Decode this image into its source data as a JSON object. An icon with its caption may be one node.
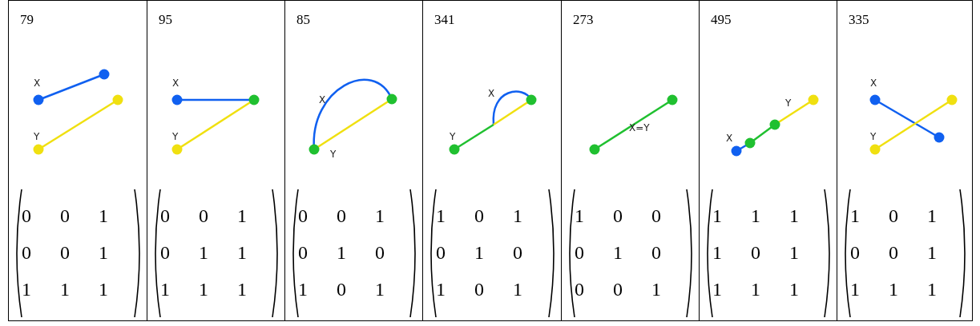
{
  "diagram": {
    "nodes": [
      {
        "text": [
          "79",
          "X",
          "Y",
          "0",
          "0",
          "1",
          "0",
          "0",
          "1",
          "1",
          "1",
          "1"
        ]
      },
      {
        "text": [
          "95",
          "X",
          "Y",
          "0",
          "0",
          "1",
          "0",
          "1",
          "1",
          "1",
          "1",
          "1"
        ]
      },
      {
        "text": [
          "85",
          "X",
          "Y",
          "0",
          "0",
          "1",
          "0",
          "1",
          "0",
          "1",
          "0",
          "1"
        ]
      },
      {
        "text": [
          "341",
          "X",
          "Y",
          "1",
          "0",
          "1",
          "0",
          "1",
          "0",
          "1",
          "0",
          "1"
        ]
      },
      {
        "text": [
          "273",
          "X=Y",
          "1",
          "0",
          "0",
          "0",
          "1",
          "0",
          "0",
          "0",
          "1"
        ]
      },
      {
        "text": [
          "495",
          "Y",
          "X",
          "1",
          "1",
          "1",
          "1",
          "0",
          "1",
          "1",
          "1",
          "1"
        ]
      },
      {
        "text": [
          "335",
          "X",
          "Y",
          "1",
          "0",
          "1",
          "0",
          "0",
          "1",
          "1",
          "1",
          "1"
        ]
      }
    ]
  }
}
